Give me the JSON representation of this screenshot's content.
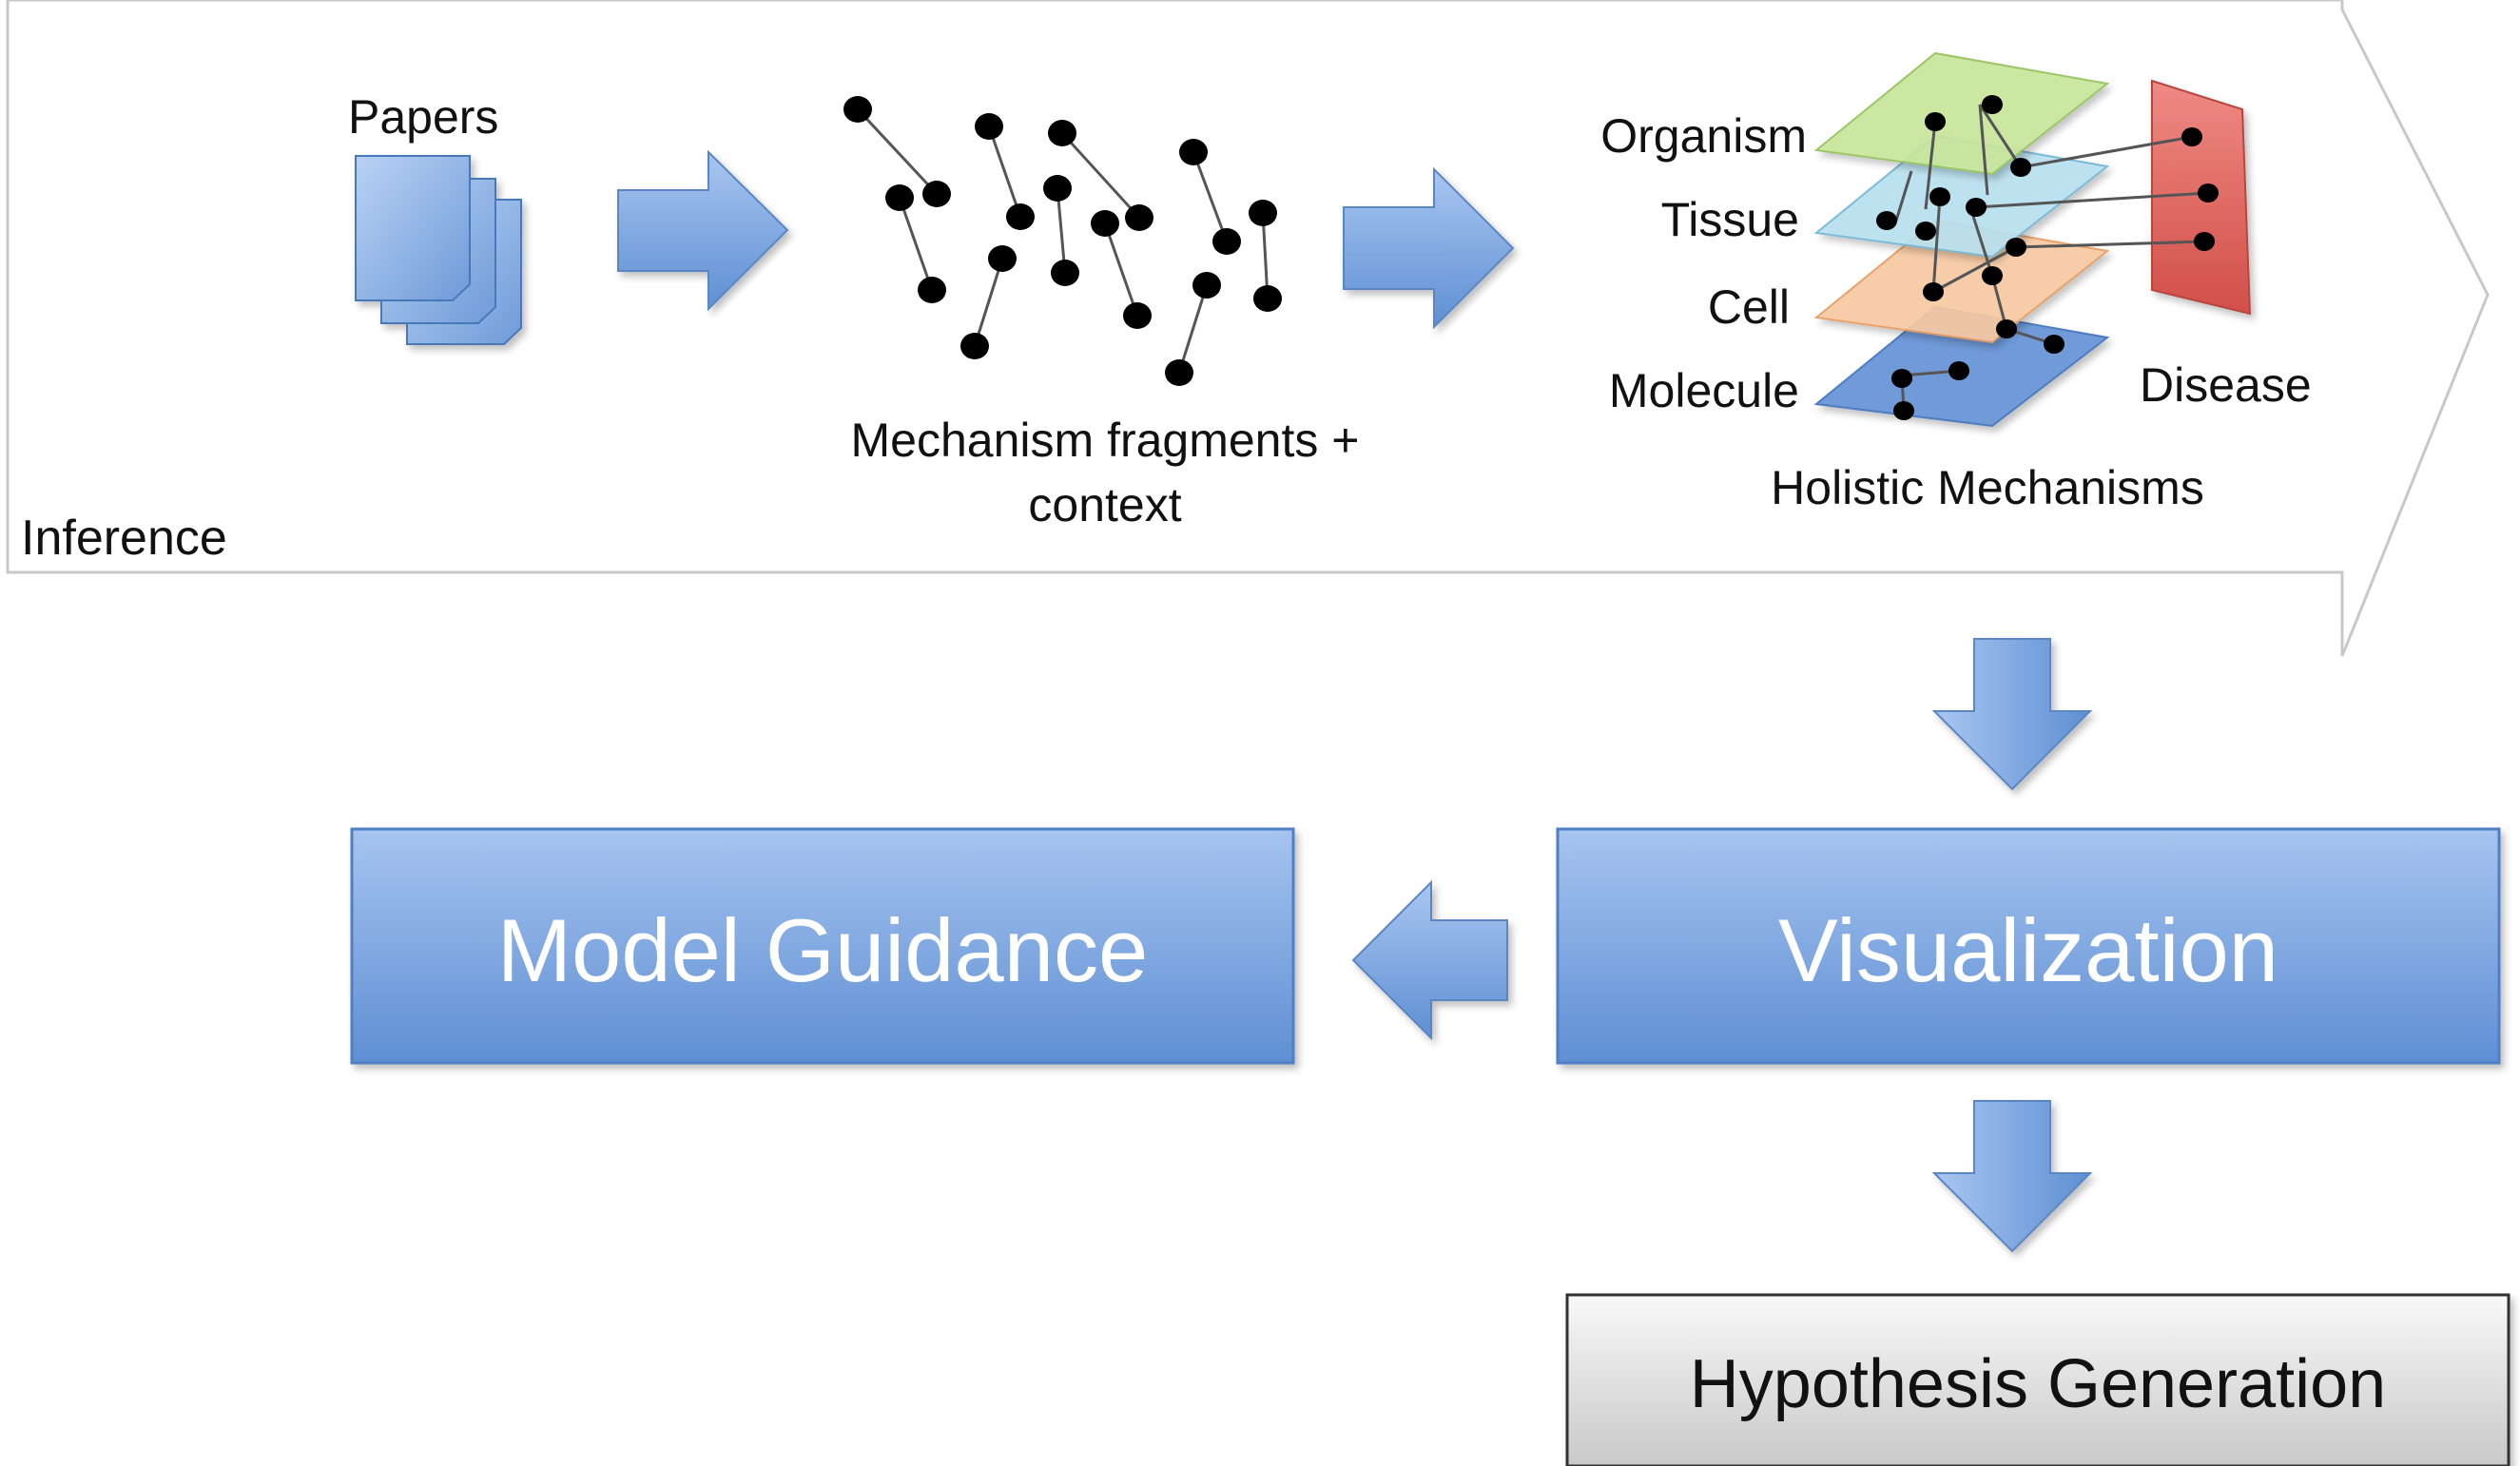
{
  "inference": {
    "label": "Inference"
  },
  "papers": {
    "label": "Papers"
  },
  "fragments": {
    "label_line1": "Mechanism fragments +",
    "label_line2": "context"
  },
  "holistic": {
    "title": "Holistic Mechanisms",
    "levels": [
      "Organism",
      "Tissue",
      "Cell",
      "Molecule"
    ],
    "disease_label": "Disease"
  },
  "boxes": {
    "model_guidance": "Model Guidance",
    "visualization": "Visualization",
    "hypothesis_generation": "Hypothesis Generation"
  },
  "colors": {
    "arrow_blue": "#7fa7dd",
    "box_blue": "#6f9bd8",
    "organism_plane": "#c8e59b",
    "tissue_plane": "#b8e0ee",
    "cell_plane": "#f7c9a2",
    "molecule_plane": "#6f9ad8",
    "disease_red": "#d95f5a"
  }
}
